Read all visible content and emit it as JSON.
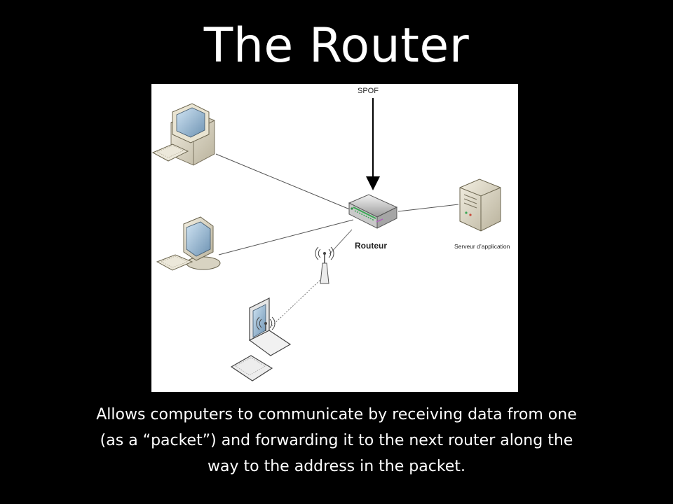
{
  "slide": {
    "title": "The Router",
    "caption_lines": [
      "Allows computers to communicate by receiving data from one",
      "(as a “packet”) and forwarding it to the next router along the",
      "way to the address in the packet."
    ]
  },
  "diagram": {
    "spof_label": "SPOF",
    "router_label": "Routeur",
    "server_label": "Serveur d’application",
    "icons": [
      "desktop-pc-icon",
      "monitor-pc-icon",
      "router-icon",
      "server-icon",
      "wifi-antenna-icon",
      "laptop-icon"
    ]
  }
}
